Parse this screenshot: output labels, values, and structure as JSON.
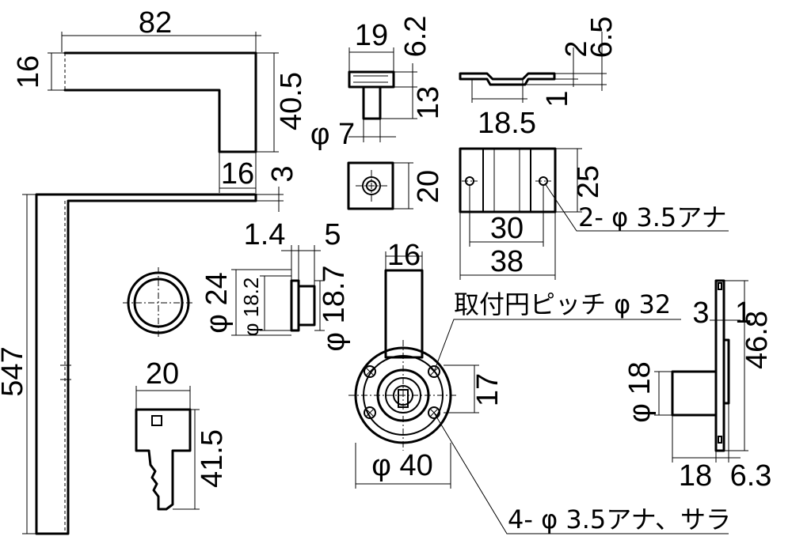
{
  "labels": {
    "d82": "82",
    "d16a": "16",
    "d40_5": "40.5",
    "d16b": "16",
    "d3a": "3",
    "d547": "547",
    "d19": "19",
    "d6_2": "6.2",
    "d13": "13",
    "phi7": "φ 7",
    "d20a": "20",
    "d2": "2",
    "d6_5": "6.5",
    "d1a": "1",
    "d18_5": "18.5",
    "d25": "25",
    "d30": "30",
    "d38": "38",
    "hole2": "2- φ 3.5アナ",
    "d1_4": "1.4",
    "d5": "5",
    "phi24": "φ 24",
    "phi18_2": "φ 18.2",
    "phi18_7": "φ 18.7",
    "d16c": "16",
    "pitch": "取付円ピッチ φ 32",
    "d17": "17",
    "phi40": "φ 40",
    "hole4": "4- φ 3.5アナ、サラ",
    "d3b": "3",
    "d1b": "1",
    "d46_8": "46.8",
    "phi18": "φ 18",
    "d18": "18",
    "d6_3": "6.3",
    "d20b": "20",
    "d41_5": "41.5"
  }
}
